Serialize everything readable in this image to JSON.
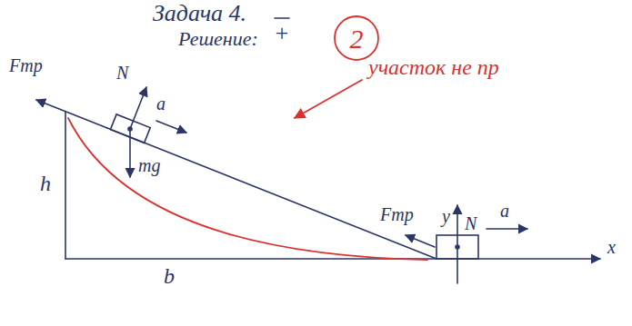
{
  "diagram": {
    "labels": [
      "Задача 4.",
      "Решение:",
      "+",
      "2",
      "участок не пр",
      "Fтр",
      "N",
      "a",
      "mg",
      "h",
      "b",
      "y",
      "N",
      "a",
      "Fтр",
      "x"
    ]
  }
}
